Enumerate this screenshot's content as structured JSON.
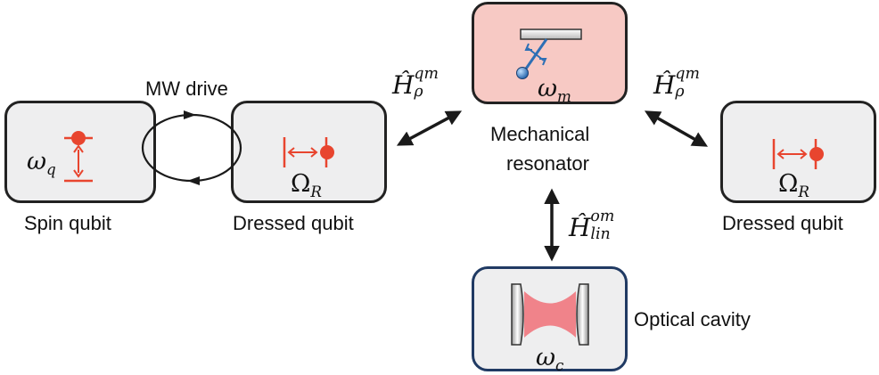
{
  "labels": {
    "mw_drive": "MW drive",
    "spin_qubit": "Spin qubit",
    "dressed_qubit_left": "Dressed qubit",
    "mechanical_resonator_line1": "Mechanical",
    "mechanical_resonator_line2": "resonator",
    "dressed_qubit_right": "Dressed qubit",
    "optical_cavity": "Optical cavity"
  },
  "symbols": {
    "omega_q": {
      "base": "ω",
      "sub": "q"
    },
    "omega_r_left": {
      "base": "Ω",
      "sub": "R"
    },
    "omega_m": {
      "base": "ω",
      "sub": "m"
    },
    "omega_r_right": {
      "base": "Ω",
      "sub": "R"
    },
    "omega_c": {
      "base": "ω",
      "sub": "c"
    },
    "h_qm_left": {
      "base": "Ĥ",
      "sup": "qm",
      "sub": "ρ"
    },
    "h_qm_right": {
      "base": "Ĥ",
      "sup": "qm",
      "sub": "ρ"
    },
    "h_om": {
      "base": "Ĥ",
      "sup": "om",
      "sub": "lin"
    }
  },
  "colors": {
    "box_gray": "#eeeeef",
    "mechanical_fill": "#f7c9c4",
    "cavity_border": "#203a63",
    "qubit_red": "#e8452f",
    "beam_blue": "#2d6fb5",
    "arrow": "#1a1a1a"
  }
}
